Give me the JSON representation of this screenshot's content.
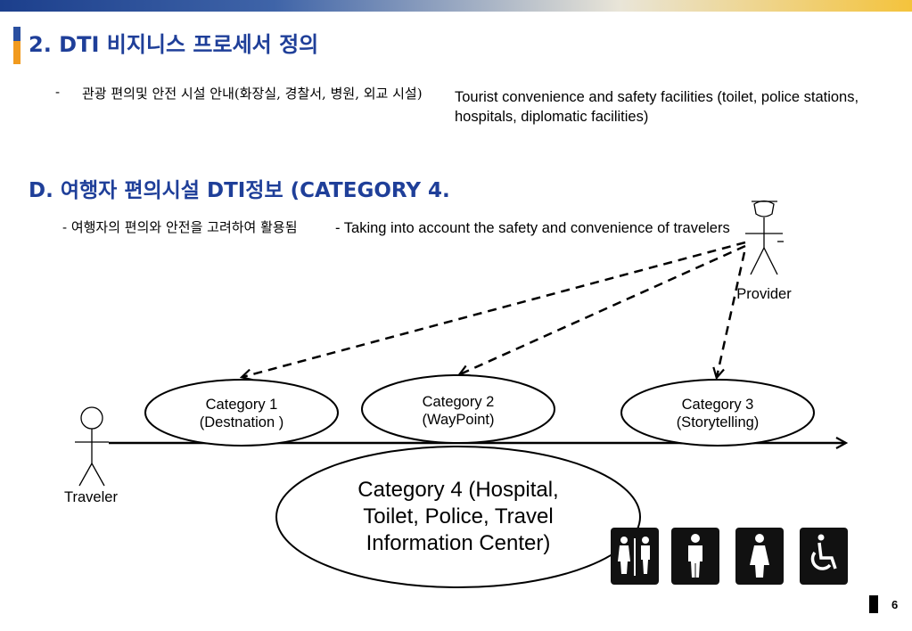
{
  "slide": {
    "title": "2. DTI 비지니스 프로세서 정의",
    "bullet1_dash": "-",
    "bullet1_korean": "관광 편의및 안전 시설 안내(화장실, 경찰서, 병원, 외교 시설)",
    "bullet1_english": "Tourist convenience and safety facilities (toilet, police stations, hospitals, diplomatic facilities)",
    "subtitle": "D. 여행자 편의시설  DTI정보 (CATEGORY 4.",
    "bullet2_korean": "- 여행자의 편의와 안전을 고려하여 활용됨",
    "bullet2_english": "- Taking into account the safety and convenience of travelers",
    "page_number": "6"
  },
  "diagram": {
    "provider_label": "Provider",
    "traveler_label": "Traveler",
    "categories": [
      {
        "line1": "Category 1",
        "line2": "(Destnation )"
      },
      {
        "line1": "Category 2",
        "line2": "(WayPoint)"
      },
      {
        "line1": "Category 3",
        "line2": "(Storytelling)"
      }
    ],
    "category4": [
      "Category 4 (Hospital,",
      "Toilet, Police, Travel",
      "Information Center)"
    ],
    "icons": [
      "restroom-icon",
      "men-toilet-icon",
      "women-toilet-icon",
      "wheelchair-icon"
    ]
  },
  "colors": {
    "heading": "#1f3f99",
    "accent_orange": "#f19a1e",
    "icon_background": "#111111"
  }
}
